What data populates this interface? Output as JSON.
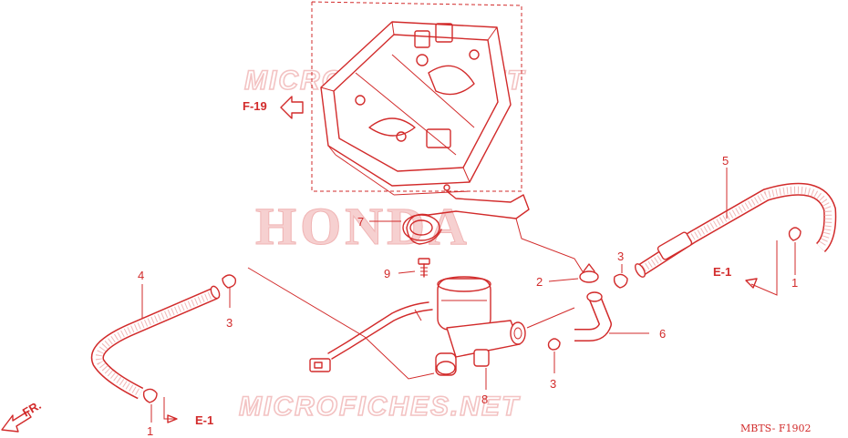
{
  "watermarks": {
    "top": "MICROFICHES.NET",
    "center": "HONDA",
    "bottom": "MICROFICHES.NET"
  },
  "refs": {
    "f19": "F-19",
    "e1_right": "E-1",
    "e1_bottom": "E-1",
    "front": "FR."
  },
  "callouts": {
    "p1_right": "1",
    "p1_bottom": "1",
    "p2": "2",
    "p3_right": "3",
    "p3_left": "3",
    "p3_mid": "3",
    "p4": "4",
    "p5": "5",
    "p6": "6",
    "p7": "7",
    "p8": "8",
    "p9": "9"
  },
  "diagram_code": "MBTS- F1902",
  "colors": {
    "ink": "#d22b2b",
    "watermark": "#f3c3c3"
  }
}
